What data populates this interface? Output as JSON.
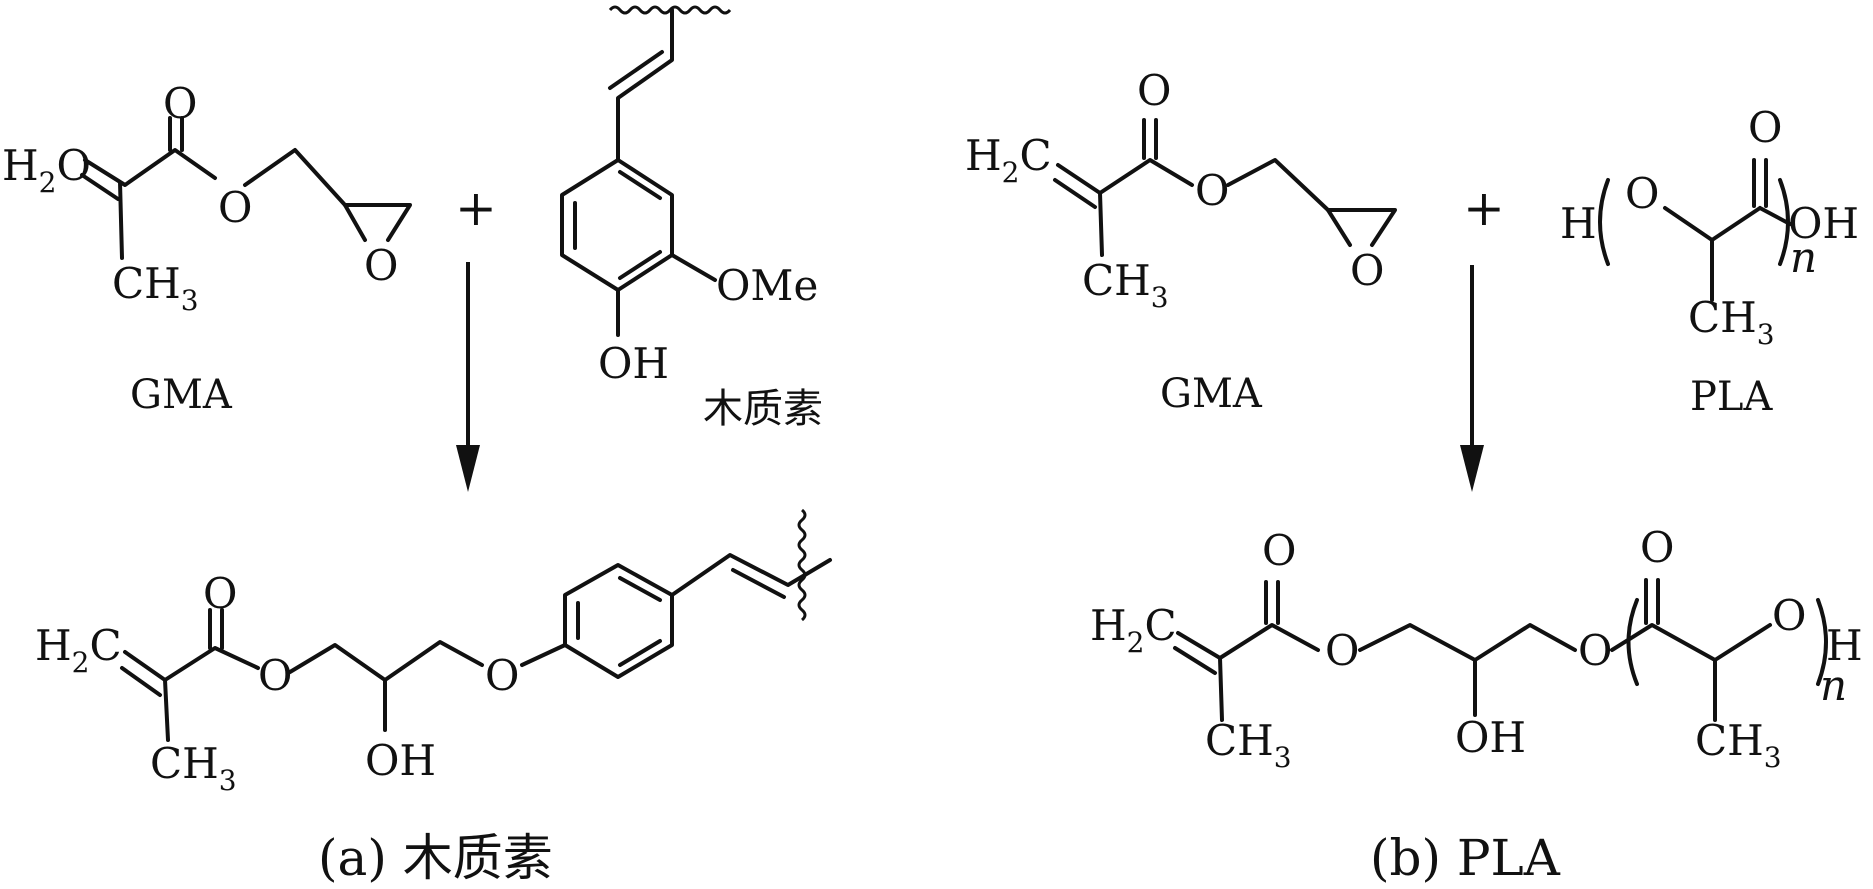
{
  "panel_a": {
    "caption": "(a) 木质素",
    "reactant1": {
      "label": "GMA",
      "vinyl_H": "H",
      "vinyl_H_sub": "2",
      "vinyl_C": "O",
      "carbonyl_O": "O",
      "ester_O": "O",
      "epoxide_O": "O",
      "methyl_C": "CH",
      "methyl_sub": "3"
    },
    "plus": "+",
    "reactant2": {
      "label": "木质素",
      "methoxy": "OMe",
      "hydroxyl": "OH"
    },
    "product": {
      "vinyl_H": "H",
      "vinyl_H_sub": "2",
      "vinyl_C": "C",
      "carbonyl_O": "O",
      "ester_O": "O",
      "hydroxyl": "OH",
      "ether_O": "O",
      "methyl_C": "CH",
      "methyl_sub": "3"
    }
  },
  "panel_b": {
    "caption": "(b) PLA",
    "reactant1": {
      "label": "GMA",
      "vinyl_H": "H",
      "vinyl_H_sub": "2",
      "vinyl_C": "C",
      "carbonyl_O": "O",
      "ester_O": "O",
      "epoxide_O": "O",
      "methyl_C": "CH",
      "methyl_sub": "3"
    },
    "plus": "+",
    "reactant2": {
      "label": "PLA",
      "end_H": "H",
      "chain_O": "O",
      "carbonyl_O": "O",
      "end_OH": "OH",
      "repeat_n": "n",
      "methyl_C": "CH",
      "methyl_sub": "3"
    },
    "product": {
      "vinyl_H": "H",
      "vinyl_H_sub": "2",
      "vinyl_C": "C",
      "carbonyl_O": "O",
      "ester_O": "O",
      "hydroxyl": "OH",
      "link_O": "O",
      "pla_carbonyl_O": "O",
      "pla_chain_O": "O",
      "end_H": "H",
      "repeat_n": "n",
      "methyl_C": "CH",
      "methyl_sub": "3",
      "pla_methyl_C": "CH",
      "pla_methyl_sub": "3"
    }
  }
}
